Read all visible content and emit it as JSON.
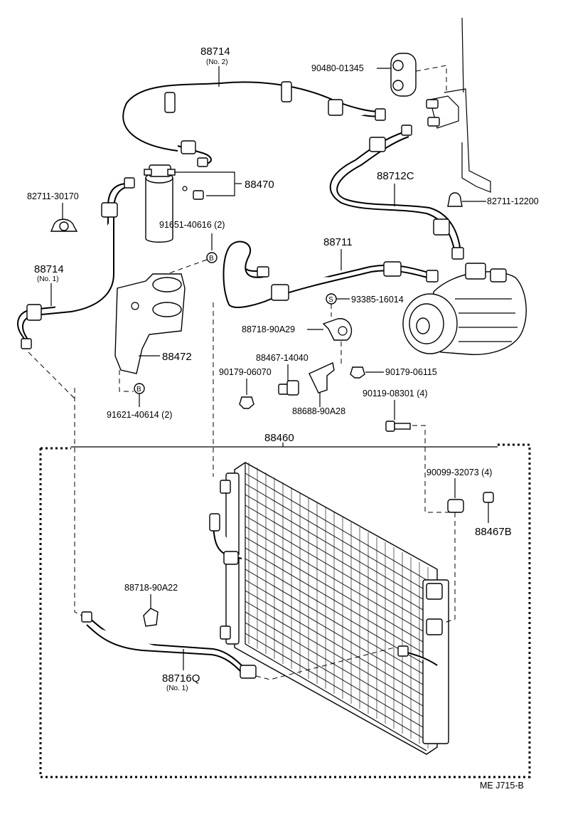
{
  "parts": {
    "p88714_no2": "88714",
    "p88714_no2_sub": "(No. 2)",
    "p90480": "90480-01345",
    "p88470": "88470",
    "p82711_30170": "82711-30170",
    "p88712c": "88712C",
    "p82711_12200": "82711-12200",
    "p91651": "91651-40616 (2)",
    "p88714_no1": "88714",
    "p88714_no1_sub": "(No. 1)",
    "p88711": "88711",
    "p93385": "93385-16014",
    "p88718_a29": "88718-90A29",
    "p88472": "88472",
    "p88467_14040": "88467-14040",
    "p90179_06070": "90179-06070",
    "p90179_06115": "90179-06115",
    "p88688": "88688-90A28",
    "p90119": "90119-08301 (4)",
    "p91621": "91621-40614 (2)",
    "p88460": "88460",
    "p90099": "90099-32073 (4)",
    "p88467b": "88467B",
    "p88718_a22": "88718-90A22",
    "p88716q": "88716Q",
    "p88716q_sub": "(No. 1)",
    "ref_b": "B",
    "ref_s": "S",
    "footer": "ME  J715-B"
  }
}
